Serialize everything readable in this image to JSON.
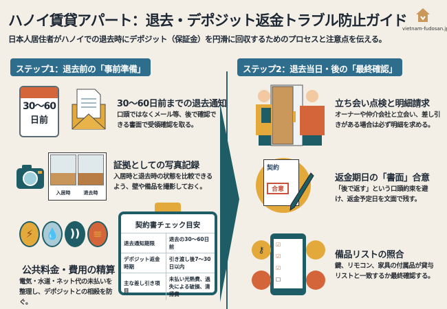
{
  "header": {
    "title": "ハノイ賃貸アパート：退去・デポジット返金トラブル防止ガイド",
    "subtitle": "日本人居住者がハノイでの退去時にデポジット（保証金）を円滑に回収するためのプロセスと注意点を伝える。",
    "logo_text": "vietnam-fudosan.jp"
  },
  "step1": {
    "label": "ステップ1：退去前の「事前準備」",
    "calendar_text": [
      "30〜60",
      "日前"
    ],
    "notice": {
      "title": "30〜60日前までの退去通知",
      "desc": "口頭ではなくメール等、後で確認できる書面で受領確認を取る。"
    },
    "photo": {
      "labels": [
        "入居時",
        "退去時"
      ],
      "title": "証拠としての写真記録",
      "desc": "入居時と退去時の状態を比較できるよう、壁や備品を撮影しておく。"
    },
    "utilities": {
      "title": "公共料金・費用の精算",
      "desc": "電気・水道・ネット代の未払いを整理し、デポジットとの相殺を防ぐ。"
    },
    "checklist": {
      "title": "契約書チェック目安",
      "rows": [
        [
          "退去通知期限",
          "退去の30〜60日前"
        ],
        [
          "デポジット返金時期",
          "引き渡し後7〜30日以内"
        ],
        [
          "主な差し引き項目",
          "未払い光熱費、過失による破損、清掃費"
        ]
      ]
    }
  },
  "step2": {
    "label": "ステップ2：退去当日・後の「最終確認」",
    "inspection": {
      "title": "立ち会い点検と明細請求",
      "desc": "オーナーや仲介会社と立会い、差し引きがある場合は必ず明細を求める。"
    },
    "agreement": {
      "doc_label": "契約",
      "stamp": "合意",
      "title": "返金期日の「書面」合意",
      "desc": "「後で返す」という口頭約束を避け、返金予定日を文面で残す。"
    },
    "inventory": {
      "title": "備品リストの照合",
      "desc": "鍵、リモコン、家具の付属品が貸与リストと一致するか最終確認する。"
    }
  },
  "colors": {
    "teal": "#1f5d66",
    "blue": "#2f6d8d",
    "orange": "#d4653a",
    "yellow": "#e3a93a"
  }
}
